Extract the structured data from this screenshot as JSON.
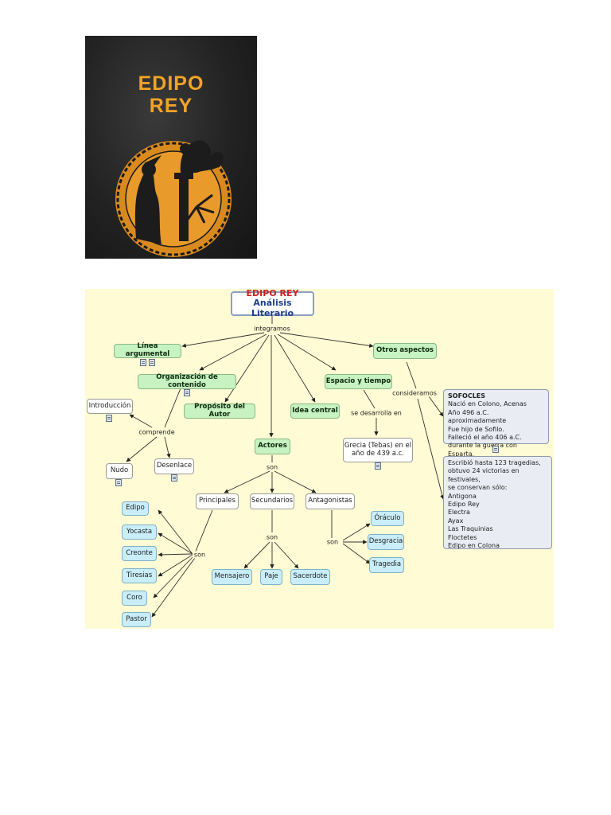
{
  "cover": {
    "title_line1": "EDIPO",
    "title_line2": "REY"
  },
  "map": {
    "title_line1": "EDIPO REY",
    "title_line2": "Análisis Literario",
    "nodes": {
      "linea": "Línea argumental",
      "organizacion": "Organización de contenido",
      "proposito": "Propósito del Autor",
      "idea": "Idea central",
      "espacio": "Espacio y tiempo",
      "otros": "Otros aspectos",
      "actores": "Actores",
      "introduccion": "Introducción",
      "nudo": "Nudo",
      "desenlace": "Desenlace",
      "grecia_line1": "Grecia (Tebas) en el",
      "grecia_line2": "año de 439 a.c.",
      "principales": "Principales",
      "secundarios": "Secundarios",
      "antagonistas": "Antagonistas",
      "edipo": "Edipo",
      "yocasta": "Yocasta",
      "creonte": "Creonte",
      "tiresias": "Tiresias",
      "coro": "Coro",
      "pastor": "Pastor",
      "mensajero": "Mensajero",
      "paje": "Paje",
      "sacerdote": "Sacerdote",
      "oraculo": "Óráculo",
      "desgracia": "Desgracia",
      "tragedia": "Tragedia"
    },
    "sofocles": {
      "heading": "SOFOCLES",
      "lines": [
        "Nació en Colono, Acenas",
        "Año 496 a.C. aproximadamente",
        "Fue hijo de Sofilo.",
        "Falleció el año 406 a.C.",
        "durante la guerra con Esparta."
      ]
    },
    "obras": {
      "lines": [
        "Escribió hasta 123 tragedias,",
        "obtuvo 24 victorias en festivales,",
        "se conservan sólo:",
        "Antigona",
        "Edipo Rey",
        "Electra",
        "Ayax",
        "Las Traquinias",
        "Floctetes",
        "Edipo en Colona"
      ]
    },
    "links": {
      "integramos": "integramos",
      "comprende": "comprende",
      "son_actores": "son",
      "se_desarrolla": "se desarrolla en",
      "consideramos": "consideramos",
      "son_principales": "son",
      "son_secundarios": "son",
      "son_antagonistas": "son"
    }
  },
  "colors": {
    "map_background": "#fffbd4",
    "green_node": "#c7f2c1",
    "cyan_node": "#c9eef9",
    "title_red": "#cc1f1f",
    "title_blue": "#1e3f8e",
    "cover_gold": "#f2a426"
  }
}
